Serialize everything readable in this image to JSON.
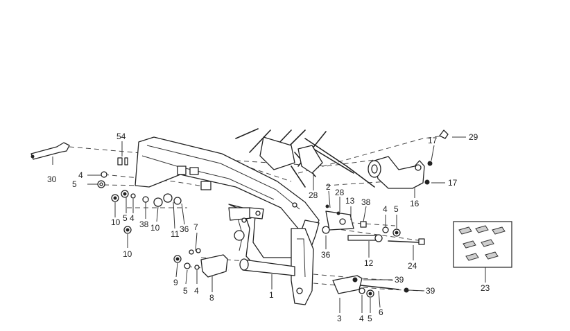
{
  "callouts": [
    {
      "id": "c30",
      "text": "30"
    },
    {
      "id": "c5a",
      "text": "5"
    },
    {
      "id": "c4a",
      "text": "4"
    },
    {
      "id": "c54",
      "text": "54"
    },
    {
      "id": "c10a",
      "text": "10"
    },
    {
      "id": "c5b",
      "text": "5"
    },
    {
      "id": "c4b",
      "text": "4"
    },
    {
      "id": "c38a",
      "text": "38"
    },
    {
      "id": "c10b",
      "text": "10"
    },
    {
      "id": "c11",
      "text": "11"
    },
    {
      "id": "c36a",
      "text": "36"
    },
    {
      "id": "c10c",
      "text": "10"
    },
    {
      "id": "c7",
      "text": "7"
    },
    {
      "id": "c9",
      "text": "9"
    },
    {
      "id": "c5c",
      "text": "5"
    },
    {
      "id": "c4c",
      "text": "4"
    },
    {
      "id": "c8",
      "text": "8"
    },
    {
      "id": "c1",
      "text": "1"
    },
    {
      "id": "c28a",
      "text": "28"
    },
    {
      "id": "c2",
      "text": "2"
    },
    {
      "id": "c28b",
      "text": "28"
    },
    {
      "id": "c13",
      "text": "13"
    },
    {
      "id": "c38b",
      "text": "38"
    },
    {
      "id": "c36b",
      "text": "36"
    },
    {
      "id": "c12",
      "text": "12"
    },
    {
      "id": "c4d",
      "text": "4"
    },
    {
      "id": "c5d",
      "text": "5"
    },
    {
      "id": "c24",
      "text": "24"
    },
    {
      "id": "c29",
      "text": "29"
    },
    {
      "id": "c17a",
      "text": "17"
    },
    {
      "id": "c17b",
      "text": "17"
    },
    {
      "id": "c16",
      "text": "16"
    },
    {
      "id": "c23",
      "text": "23"
    },
    {
      "id": "c39a",
      "text": "39"
    },
    {
      "id": "c39b",
      "text": "39"
    },
    {
      "id": "c3",
      "text": "3"
    },
    {
      "id": "c4e",
      "text": "4"
    },
    {
      "id": "c5e",
      "text": "5"
    },
    {
      "id": "c6",
      "text": "6"
    }
  ]
}
